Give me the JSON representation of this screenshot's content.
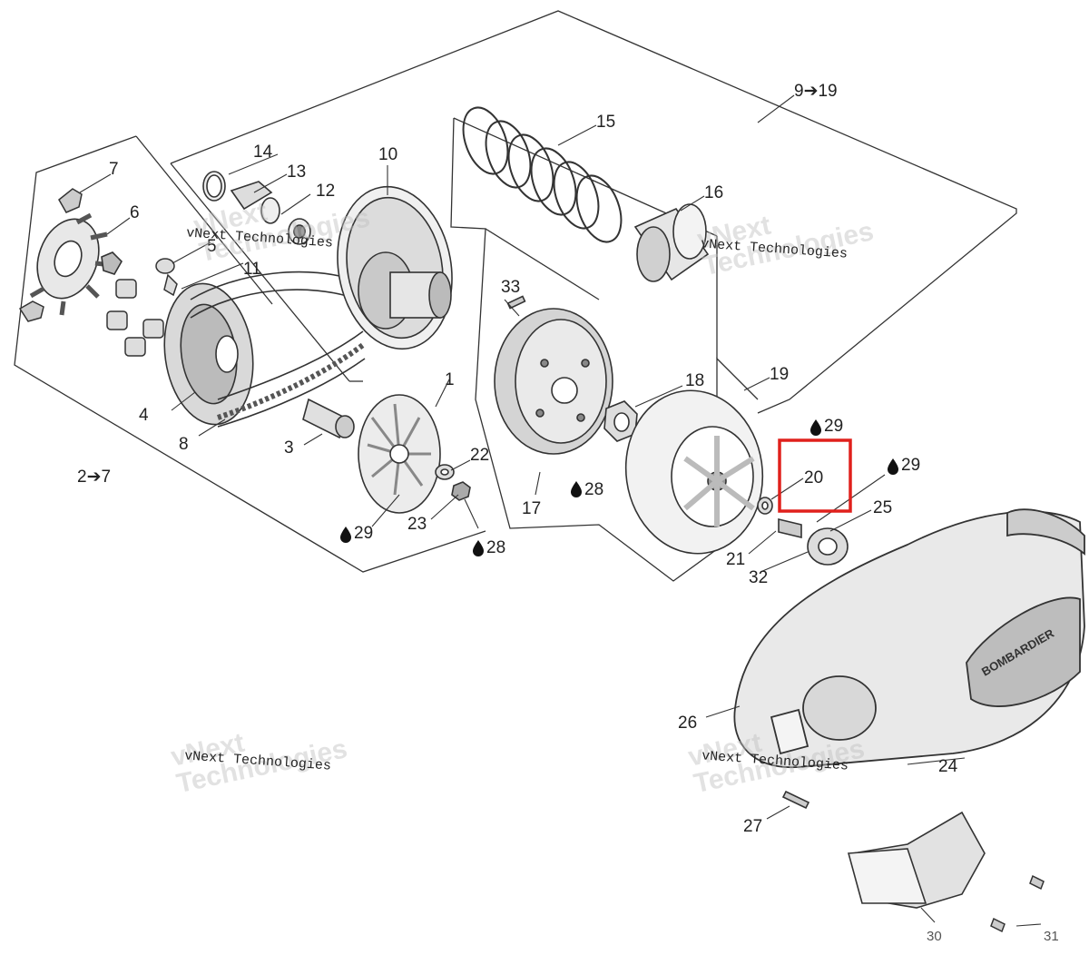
{
  "diagram": {
    "labels": {
      "l1": "1",
      "l3": "3",
      "l4": "4",
      "l5": "5",
      "l6": "6",
      "l7": "7",
      "l8": "8",
      "l10": "10",
      "l11": "11",
      "l12": "12",
      "l13": "13",
      "l14": "14",
      "l15": "15",
      "l16": "16",
      "l17": "17",
      "l18": "18",
      "l19": "19",
      "l20": "20",
      "l21": "21",
      "l22": "22",
      "l23": "23",
      "l24": "24",
      "l25": "25",
      "l26": "26",
      "l27": "27",
      "l30": "30",
      "l31": "31",
      "l32": "32",
      "l33": "33",
      "range_9_19": "9➔19",
      "range_2_7": "2➔7",
      "lube_29_a": "29",
      "lube_29_b": "29",
      "lube_29_c": "29",
      "lube_28_a": "28",
      "lube_28_b": "28"
    },
    "highlight_color": "#e0201c",
    "highlighted_part": "20",
    "cover_brand": "BOMBARDIER"
  },
  "watermark": {
    "text": "vNext Technologies",
    "ghost_line1": "vNext",
    "ghost_line2": "Technologies"
  }
}
